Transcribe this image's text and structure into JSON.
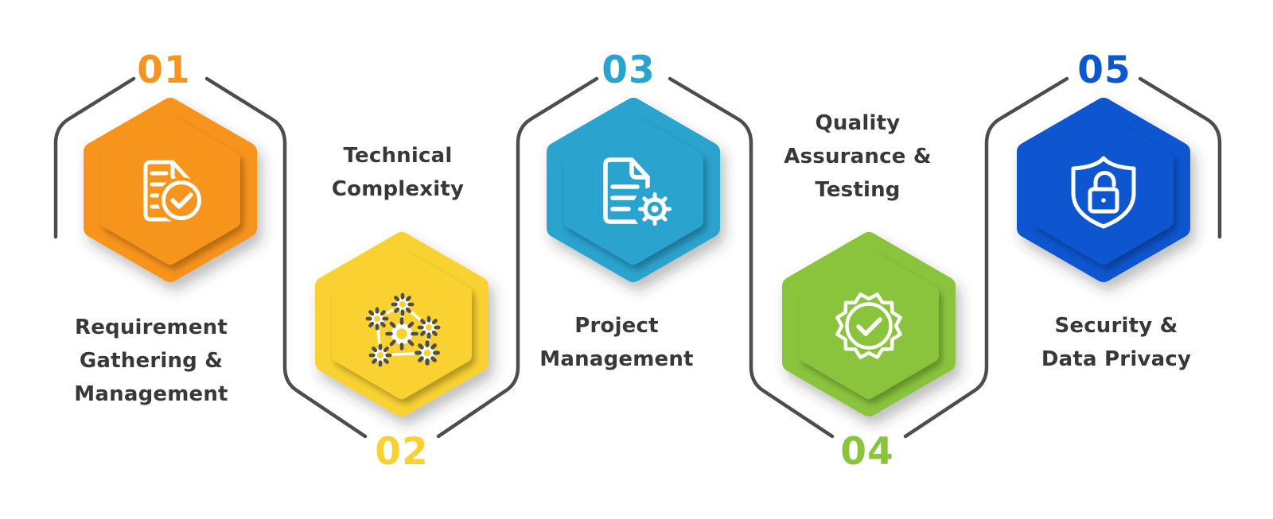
{
  "page": {
    "background": "#ffffff",
    "line_color": "#4d4d4d",
    "text_color": "#383838"
  },
  "steps": [
    {
      "number": "01",
      "color": "#F7941E",
      "icon": "document-check-icon",
      "label": "Requirement Gathering & Management",
      "label_lines": [
        "Requirement",
        "Gathering &",
        "Management"
      ]
    },
    {
      "number": "02",
      "color": "#F9D231",
      "icon": "gear-network-icon",
      "label": "Technical Complexity",
      "label_lines": [
        "Technical",
        "Complexity"
      ]
    },
    {
      "number": "03",
      "color": "#29A3CF",
      "icon": "document-gear-icon",
      "label": "Project Management",
      "label_lines": [
        "Project",
        "Management"
      ]
    },
    {
      "number": "04",
      "color": "#8AC43D",
      "icon": "quality-badge-icon",
      "label": "Quality Assurance & Testing",
      "label_lines": [
        "Quality",
        "Assurance &",
        "Testing"
      ]
    },
    {
      "number": "05",
      "color": "#0D57D0",
      "icon": "shield-lock-icon",
      "label": "Security & Data Privacy",
      "label_lines": [
        "Security &",
        "Data Privacy"
      ]
    }
  ]
}
